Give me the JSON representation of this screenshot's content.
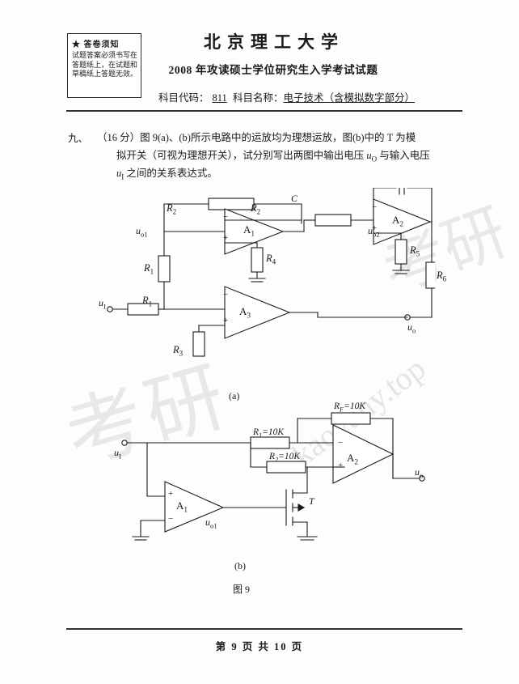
{
  "notice": {
    "star": "★",
    "title": "答卷须知",
    "body": "试题答案必须书写在答题纸上，在试题和草稿纸上答题无效。"
  },
  "header": {
    "university": "北京理工大学",
    "exam_title": "2008 年攻读硕士学位研究生入学考试试题",
    "subject_code_label": "科目代码：",
    "subject_code_value": "811",
    "subject_name_label": "科目名称：",
    "subject_name_value": "电子技术（含模拟数字部分）"
  },
  "question": {
    "number": "九、",
    "score": "（16 分）",
    "line1": "图 9(a)、(b)所示电路中的运放均为理想运放，图(b)中的 T 为模",
    "line2_a": "拟开关（可视为理想开关），试分别写出两图中输出电压 ",
    "line2_uo": "u",
    "line2_uo_sub": "O",
    "line2_b": " 与输入电压",
    "line3_ui": "u",
    "line3_ui_sub": "I",
    "line3_b": " 之间的关系表达式。"
  },
  "figure": {
    "caption": "图 9",
    "sub_a": "(a)",
    "sub_b": "(b)"
  },
  "circuit_a": {
    "opamps": [
      "A",
      "A",
      "A"
    ],
    "opamp_subs": [
      "1",
      "2",
      "3"
    ],
    "nodes": {
      "uo1": "u",
      "uo1_sub": "o1",
      "uo2": "u",
      "uo2_sub": "o2",
      "ui": "u",
      "ui_sub": "I",
      "uo": "u",
      "uo_sub": "o"
    },
    "resistors": [
      {
        "name": "R",
        "sub": "2"
      },
      {
        "name": "R",
        "sub": "2"
      },
      {
        "name": "R",
        "sub": "1"
      },
      {
        "name": "R",
        "sub": "1"
      },
      {
        "name": "R",
        "sub": "3"
      },
      {
        "name": "R",
        "sub": "4"
      },
      {
        "name": "R",
        "sub": "5"
      },
      {
        "name": "R",
        "sub": "6"
      }
    ],
    "capacitor": "C",
    "signs": [
      "−",
      "+"
    ]
  },
  "circuit_b": {
    "opamps": [
      "A",
      "A"
    ],
    "opamp_subs": [
      "1",
      "2"
    ],
    "nodes": {
      "ui": "u",
      "ui_sub": "I",
      "uo1": "u",
      "uo1_sub": "o1",
      "uo": "u",
      "uo_sub": "o"
    },
    "resistors": [
      {
        "label": "R",
        "sub": "1",
        "value": "=10K"
      },
      {
        "label": "R",
        "sub": "2",
        "value": "=10K"
      },
      {
        "label": "R",
        "sub": "F",
        "value": "=10K"
      }
    ],
    "transistor": "T",
    "signs": [
      "−",
      "+"
    ]
  },
  "footer": {
    "text": "第 9 页 共 10 页"
  },
  "watermarks": {
    "cjk_1": "考研",
    "cjk_2": "考研",
    "url": "kaoyany.top"
  },
  "colors": {
    "ink": "#1a1a1a",
    "paper": "#fdfdfb",
    "watermark": "rgba(125,125,125,0.16)"
  }
}
